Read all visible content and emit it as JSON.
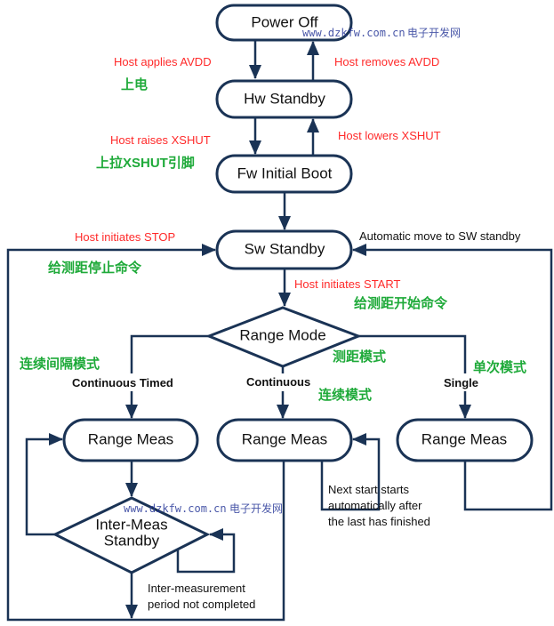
{
  "nodes": {
    "power_off": "Power Off",
    "hw_standby": "Hw Standby",
    "fw_boot": "Fw Initial Boot",
    "sw_standby": "Sw Standby",
    "range_mode": "Range Mode",
    "range_meas_timed": "Range Meas",
    "range_meas_cont": "Range Meas",
    "range_meas_single": "Range Meas",
    "inter_meas_1": "Inter-Meas",
    "inter_meas_2": "Standby"
  },
  "labels": {
    "applies_avdd": "Host applies AVDD",
    "applies_avdd_cn": "上电",
    "removes_avdd": "Host removes AVDD",
    "raises_xshut": "Host raises XSHUT",
    "raises_xshut_cn": "上拉XSHUT引脚",
    "lowers_xshut": "Host lowers XSHUT",
    "stop": "Host initiates STOP",
    "stop_cn": "给测距停止命令",
    "auto_move": "Automatic move to SW standby",
    "start": "Host initiates START",
    "start_cn": "给测距开始命令",
    "range_mode_cn": "测距模式",
    "timed": "Continuous Timed",
    "timed_cn": "连续间隔模式",
    "continuous": "Continuous",
    "continuous_cn": "连续模式",
    "single": "Single",
    "single_cn": "单次模式",
    "next_1": "Next start starts",
    "next_2": "automatically after",
    "next_3": "the last has finished",
    "inter_1": "Inter-measurement",
    "inter_2": "period not completed"
  },
  "watermark": {
    "url": "www.dzkfw.com.cn",
    "name": "电子开发网"
  },
  "colors": {
    "line": "#1a3355",
    "red_label": "#ff2a2a",
    "green_label": "#1faa3a"
  }
}
